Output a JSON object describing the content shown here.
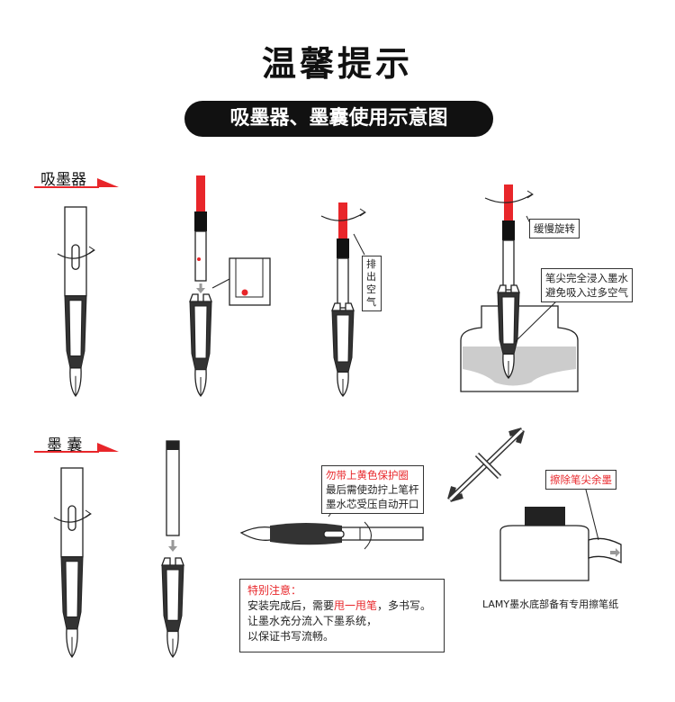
{
  "title": "温馨提示",
  "subtitle": "吸墨器、墨囊使用示意图",
  "section_converter": {
    "label": "吸墨器",
    "notes": {
      "expel_air": "排出空气",
      "rotate_slowly": "缓慢旋转",
      "immerse_line1": "笔尖完全浸入墨水",
      "immerse_line2": "避免吸入过多空气"
    }
  },
  "section_cartridge": {
    "label": "墨 囊",
    "warning": {
      "line1": "勿带上黄色保护圈",
      "line2": "最后需使劲拧上笔杆",
      "line3": "墨水芯受压自动开口"
    },
    "special": {
      "heading": "特别注意：",
      "line1_a": "安装完成后，需要",
      "line1_b": "甩一甩笔",
      "line1_c": "，多书写。",
      "line2": "让墨水充分流入下墨系统，",
      "line3": "以保证书写流畅。"
    },
    "wipe_label": "擦除笔尖余墨",
    "caption": "LAMY墨水底部备有专用擦笔纸"
  },
  "colors": {
    "accent": "#e8262a",
    "dark": "#111111"
  }
}
